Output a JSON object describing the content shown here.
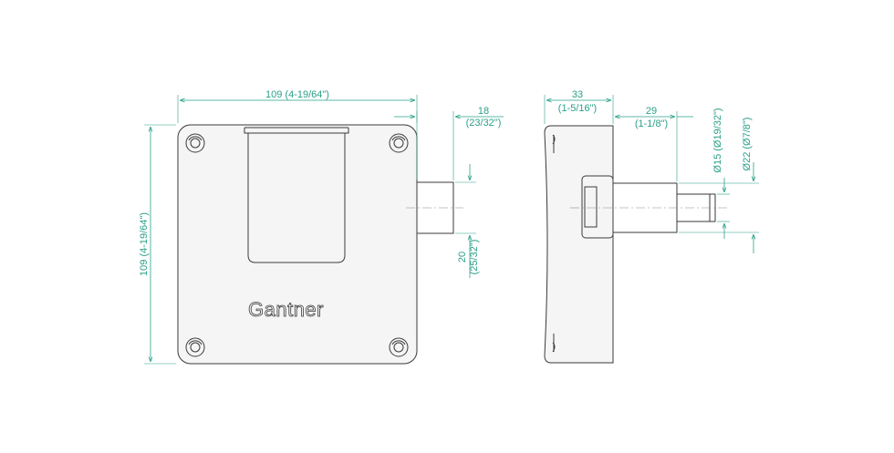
{
  "front_view": {
    "width_label": "109 (4-19/64\")",
    "height_label": "109 (4-19/64\")",
    "bolt_length_label_line1": "18",
    "bolt_length_label_line2": "(23/32\")",
    "bolt_width_label_line1": "20",
    "bolt_width_label_line2": "(25/32\")",
    "brand_logo_text": "Gantner"
  },
  "side_view": {
    "depth_label_line1": "33",
    "depth_label_line2": "(1-5/16\")",
    "bolt_length_label_line1": "29",
    "bolt_length_label_line2": "(1-1/8\")",
    "diameter_small_label": "Ø15 (Ø19/32\")",
    "diameter_large_label": "Ø22 (Ø7/8\")"
  },
  "colors": {
    "dimension_lines": "#2aa088",
    "outlines": "#3a3a3a"
  }
}
